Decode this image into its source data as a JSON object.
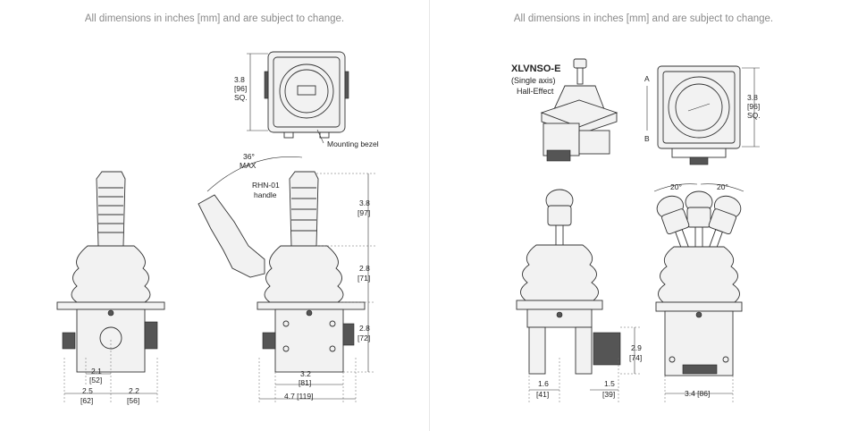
{
  "left_panel": {
    "header": "All dimensions in inches [mm] and are subject to change.",
    "labels": {
      "top_sq": [
        "3.8",
        "[96]",
        "SQ."
      ],
      "mounting_bezel": "Mounting bezel",
      "angle": [
        "36°",
        "MAX"
      ],
      "handle": [
        "RHN-01",
        "handle"
      ],
      "d_38": [
        "3.8",
        "[97]"
      ],
      "d_28a": [
        "2.8",
        "[71]"
      ],
      "d_28b": [
        "2.8",
        "[72]"
      ],
      "d_21": [
        "2.1",
        "[52]"
      ],
      "d_25": [
        "2.5",
        "[62]"
      ],
      "d_22": [
        "2.2",
        "[56]"
      ],
      "d_32": [
        "3.2",
        "[81]"
      ],
      "d_47": "4.7  [119]"
    }
  },
  "right_panel": {
    "header": "All dimensions in inches [mm] and are subject to change.",
    "model": "XLVNSO-E",
    "model_sub": [
      "(Single axis)",
      "Hall-Effect"
    ],
    "labels": {
      "axis_a": "A",
      "axis_b": "B",
      "top_sq": [
        "3.8",
        "[96]",
        "SQ."
      ],
      "angle_left": "20°",
      "angle_right": "20°",
      "d_29": [
        "2.9",
        "[74]"
      ],
      "d_16": [
        "1.6",
        "[41]"
      ],
      "d_15": [
        "1.5",
        "[39]"
      ],
      "d_34": "3.4 [86]"
    }
  }
}
